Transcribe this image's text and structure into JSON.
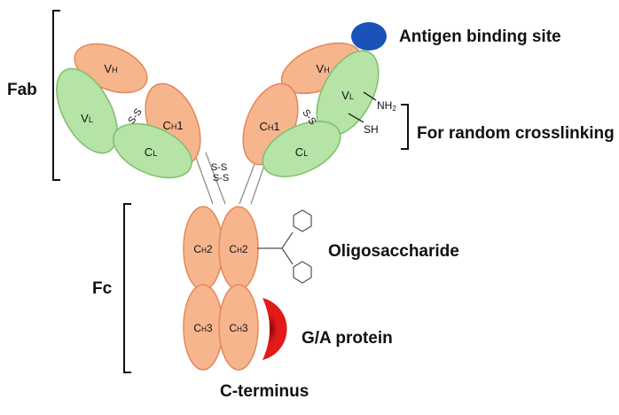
{
  "labels": {
    "fab": "Fab",
    "fc": "Fc",
    "antigen_site": "Antigen binding site",
    "crosslinking": "For random crosslinking",
    "oligosaccharide": "Oligosaccharide",
    "ga_protein": "G/A protein",
    "c_terminus": "C-terminus"
  },
  "domains": {
    "vh_main": "V",
    "vh_sub": "H",
    "vl_main": "V",
    "vl_sub": "L",
    "ch1_main": "C",
    "ch1_sub": "H",
    "ch1_num": "1",
    "cl_main": "C",
    "cl_sub": "L",
    "ch2_main": "C",
    "ch2_sub": "H",
    "ch2_num": "2",
    "ch3_main": "C",
    "ch3_sub": "H",
    "ch3_num": "3"
  },
  "bonds": {
    "disulfide": "S-S",
    "nh2_main": "NH",
    "nh2_sub": "2",
    "sh": "SH"
  },
  "colors": {
    "heavy_fill": "#f7b58e",
    "heavy_stroke": "#e4875a",
    "light_fill": "#b6e3a6",
    "light_stroke": "#7cbf6c",
    "antigen": "#1b52b8",
    "protein": "#e11a1a"
  }
}
